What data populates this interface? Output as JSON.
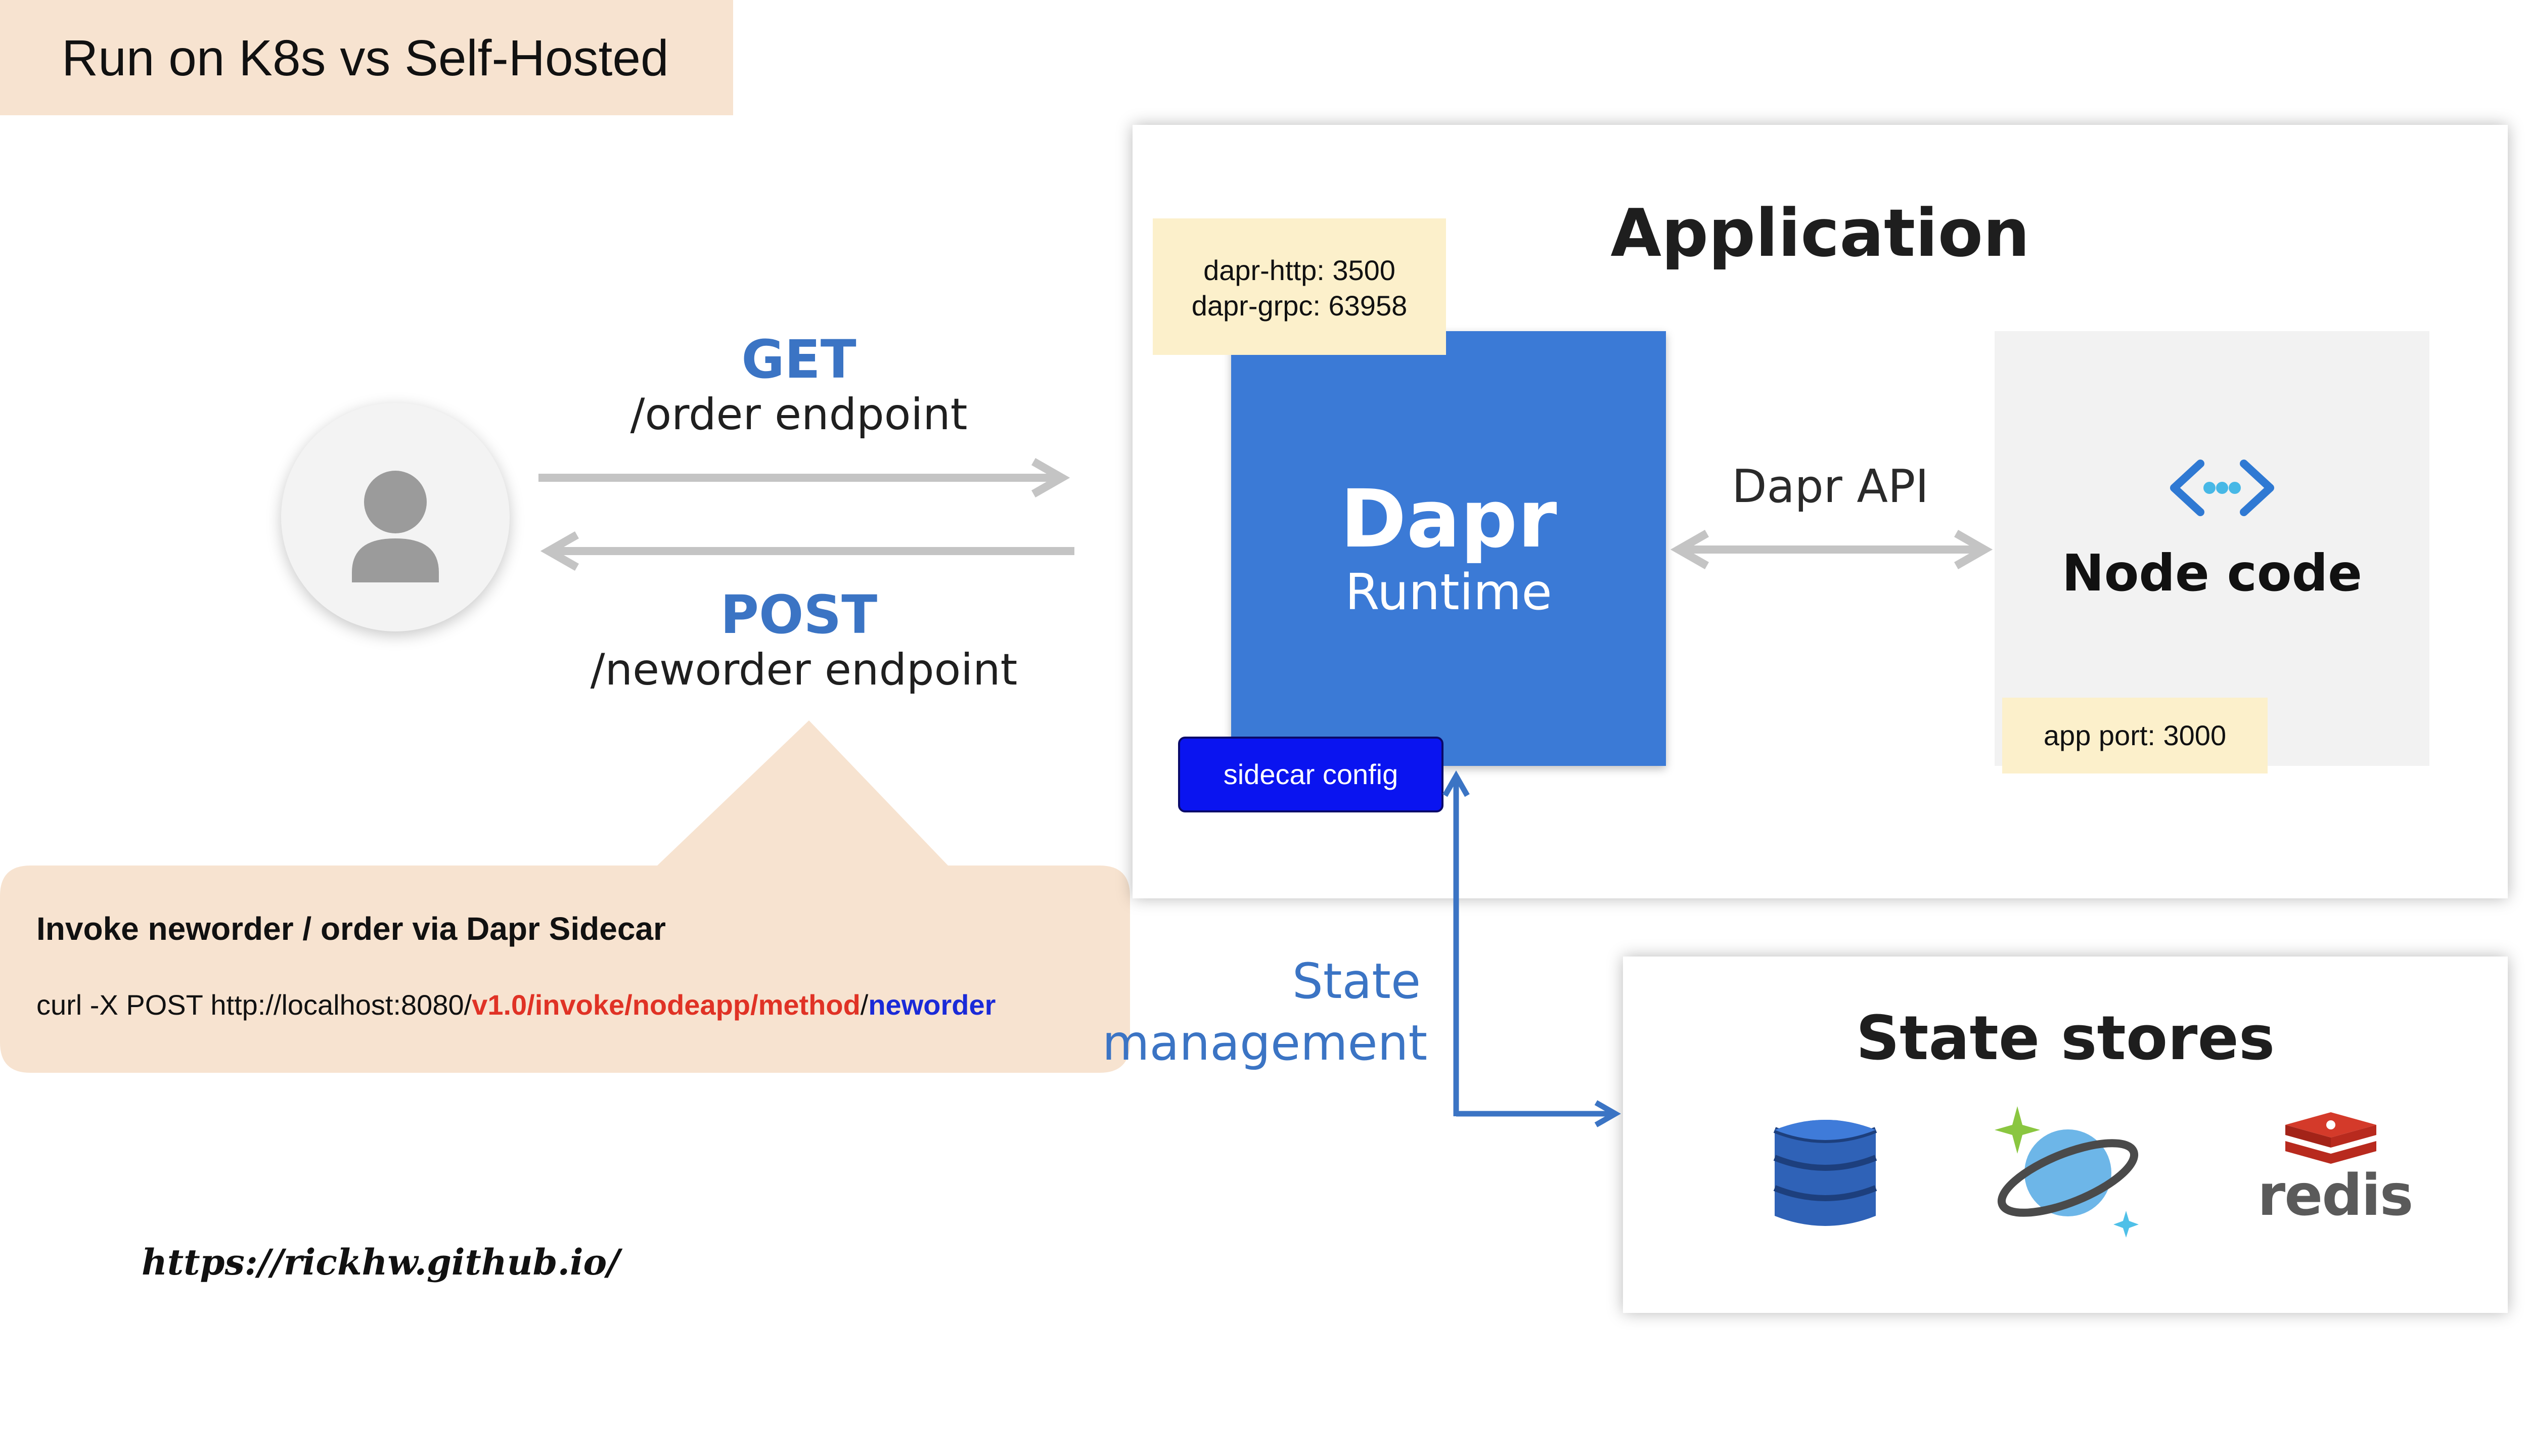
{
  "title": "Run on K8s vs Self-Hosted",
  "requests": {
    "get": {
      "verb": "GET",
      "endpoint": "/order endpoint"
    },
    "post": {
      "verb": "POST",
      "endpoint": "/neworder endpoint"
    }
  },
  "callout": {
    "title": "Invoke neworder / order via Dapr Sidecar",
    "command_prefix": "curl -X POST http://localhost:8080/",
    "command_path_red": "v1.0/invoke/nodeapp/method",
    "command_slash": "/",
    "command_method_blue": "neworder"
  },
  "application": {
    "title": "Application",
    "ports_note": {
      "http": "dapr-http: 3500",
      "grpc": "dapr-grpc: 63958"
    },
    "dapr": {
      "name": "Dapr",
      "subtitle": "Runtime"
    },
    "sidecar_button": "sidecar config",
    "api_label": "Dapr API",
    "node": {
      "title": "Node code",
      "app_port": "app port: 3000"
    }
  },
  "state": {
    "label_line1": "State",
    "label_line2": "management",
    "stores_title": "State stores",
    "stores": [
      "dynamodb-icon",
      "cosmosdb-icon",
      "redis-icon"
    ],
    "redis_word": "redis"
  },
  "site_url": "https://rickhw.github.io/",
  "colors": {
    "banner": "#f7e3d0",
    "callout": "#f7e3d0",
    "dapr_blue": "#3b7ad6",
    "accent_text_blue": "#3b74c4",
    "note_yellow": "#fcf0cb",
    "sidecar_button": "#0a14f0",
    "arrow_gray": "#c4c4c4",
    "cmd_red": "#e03225",
    "cmd_blue": "#1a2ad8"
  }
}
